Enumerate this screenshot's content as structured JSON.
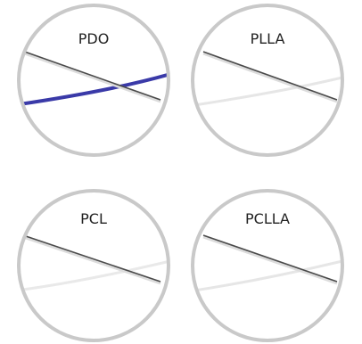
{
  "panels": [
    {
      "label": "PDO",
      "thread_color": "#3a3aa8"
    },
    {
      "label": "PLLA",
      "thread_color": "#e6e6e6"
    },
    {
      "label": "PCL",
      "thread_color": "#e9e9e9"
    },
    {
      "label": "PCLLA",
      "thread_color": "#e6e6e6"
    }
  ],
  "colors": {
    "circle_border": "#c9c9c9",
    "needle_dark": "#4a4a4a",
    "needle_light": "#d8d8d8",
    "label_text": "#222222"
  }
}
